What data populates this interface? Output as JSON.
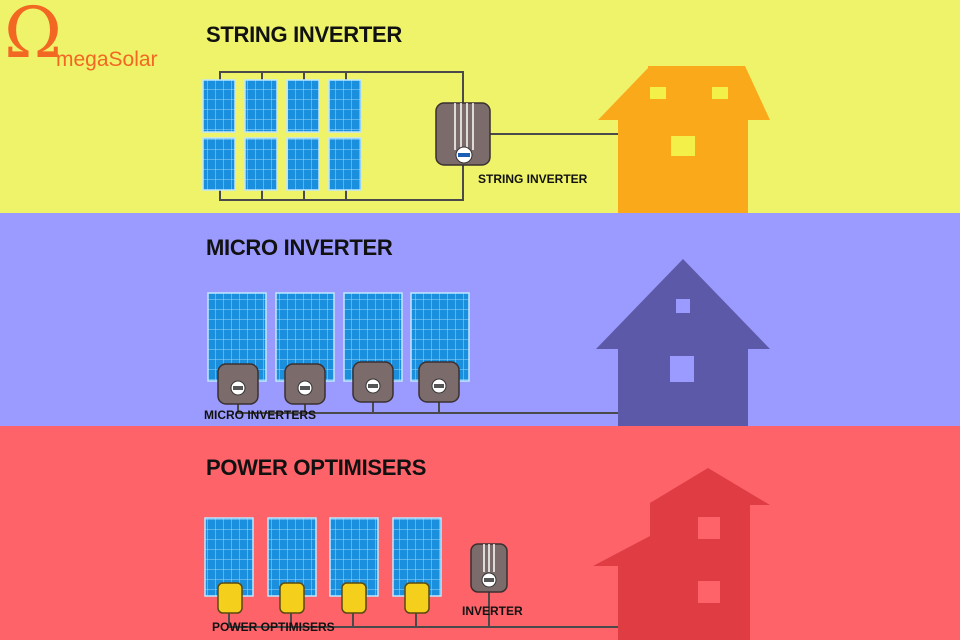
{
  "brand": {
    "omega": "Ω",
    "name": "megaSolar",
    "color": "#f26722"
  },
  "sections": {
    "string": {
      "title": "STRING INVERTER",
      "component_label": "STRING INVERTER",
      "background": "#eef36a",
      "house_color": "#f9a91a"
    },
    "micro": {
      "title": "MICRO INVERTER",
      "component_label": "MICRO INVERTERS",
      "background": "#9b9bff",
      "house_color": "#5c5aa8"
    },
    "power": {
      "title": "POWER OPTIMISERS",
      "component_label": "POWER OPTIMISERS",
      "inverter_label": "INVERTER",
      "background": "#fe636a",
      "house_color": "#e03c44"
    }
  },
  "colors": {
    "panel_blue": "#1a8fde",
    "panel_edge": "#bfe8ff",
    "inverter_body": "#7b6b6b",
    "optimiser_yellow": "#f4cf1b",
    "wire": "#4a4a4a"
  }
}
